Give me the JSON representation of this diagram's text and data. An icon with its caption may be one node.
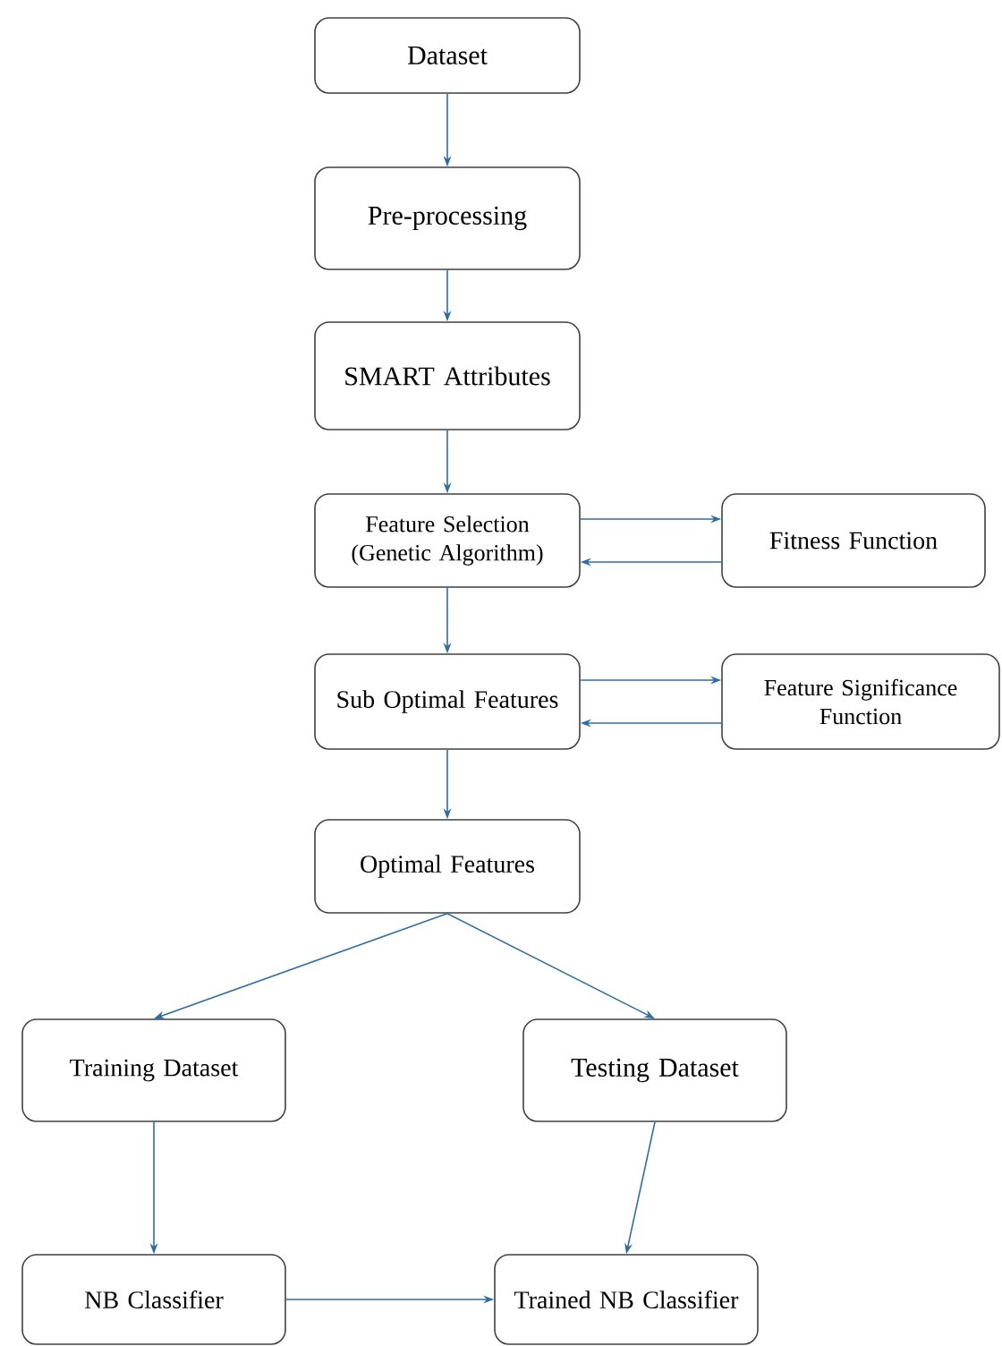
{
  "diagram": {
    "nodes": [
      {
        "text": [
          "Dataset"
        ]
      },
      {
        "text": [
          "Pre-processing"
        ]
      },
      {
        "text": [
          "SMART Attributes"
        ]
      },
      {
        "text": [
          "Feature Selection (Genetic Algorithm)"
        ]
      },
      {
        "text": [
          "Fitness Function"
        ]
      },
      {
        "text": [
          "Sub Optimal Features"
        ]
      },
      {
        "text": [
          "Feature Significance Function"
        ]
      },
      {
        "text": [
          "Optimal Features"
        ]
      },
      {
        "text": [
          "Training Dataset"
        ]
      },
      {
        "text": [
          "Testing Dataset"
        ]
      },
      {
        "text": [
          "NB Classifier"
        ]
      },
      {
        "text": [
          "Trained NB Classifier"
        ]
      }
    ],
    "edges": [
      {
        "from": 0,
        "to": 1,
        "arrow": "to"
      },
      {
        "from": 1,
        "to": 2,
        "arrow": "to"
      },
      {
        "from": 2,
        "to": 3,
        "arrow": "to"
      },
      {
        "from": 3,
        "to": 4,
        "arrow": "to"
      },
      {
        "from": 4,
        "to": 3,
        "arrow": "to"
      },
      {
        "from": 5,
        "to": 6,
        "arrow": "to"
      },
      {
        "from": 6,
        "to": 5,
        "arrow": "to"
      },
      {
        "from": 3,
        "to": 5,
        "arrow": "to"
      },
      {
        "from": 5,
        "to": 7,
        "arrow": "to"
      },
      {
        "from": 7,
        "to": 8,
        "arrow": "to"
      },
      {
        "from": 7,
        "to": 9,
        "arrow": "to"
      },
      {
        "from": 9,
        "to": 11,
        "arrow": "to"
      },
      {
        "from": 8,
        "to": 10,
        "arrow": "to"
      },
      {
        "from": 10,
        "to": 11,
        "arrow": "to"
      }
    ]
  }
}
